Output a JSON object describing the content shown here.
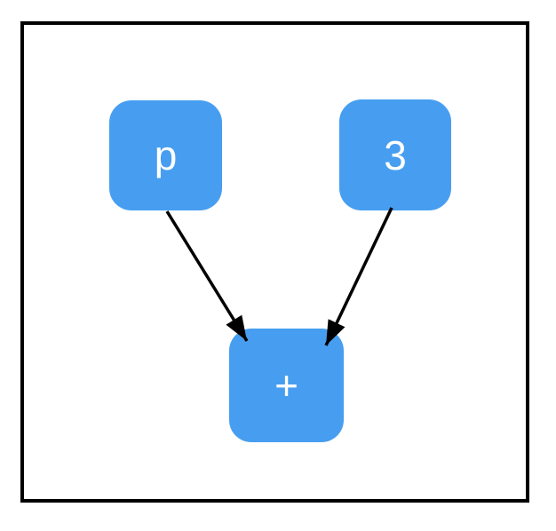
{
  "diagram": {
    "type": "expression-tree",
    "nodes": [
      {
        "id": "operand-left",
        "label": "p"
      },
      {
        "id": "operand-right",
        "label": "3"
      },
      {
        "id": "operator",
        "label": "+"
      }
    ],
    "edges": [
      {
        "from": "p",
        "to": "+"
      },
      {
        "from": "3",
        "to": "+"
      }
    ],
    "colors": {
      "node_fill": "#479EF0",
      "node_text": "#FFFFFF",
      "edge": "#000000",
      "frame_border": "#000000",
      "background": "#FFFFFF"
    }
  }
}
